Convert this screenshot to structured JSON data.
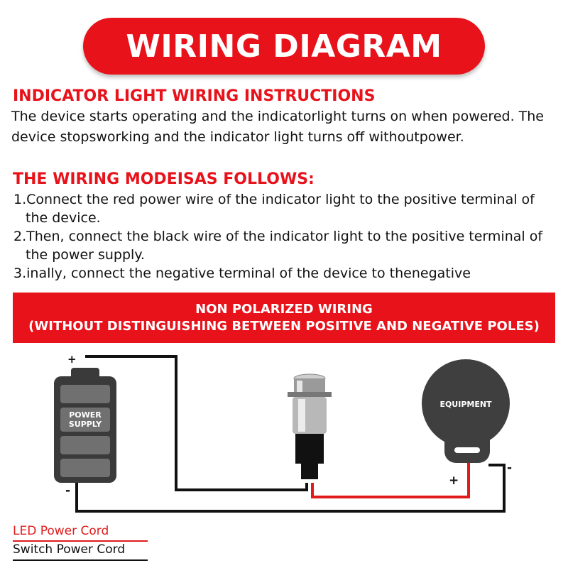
{
  "title": "WIRING DIAGRAM",
  "section1": {
    "heading": "INDICATOR LIGHT WIRING INSTRUCTIONS",
    "text": "The device starts operating and the indicatorlight turns on when powered. The device stopsworking and the indicator light turns off withoutpower."
  },
  "section2": {
    "heading": "THE WIRING MODEISAS FOLLOWS:",
    "steps": [
      "1.Connect the red power wire of the indicator light to the positive terminal of the device.",
      "2.Then, connect the black wire of the indicator light to the positive terminal of the power supply.",
      "3.inally, connect the negative terminal of the device to thenegative"
    ]
  },
  "banner": {
    "line1": "NON POLARIZED WIRING",
    "line2": "(WITHOUT DISTINGUISHING BETWEEN POSITIVE AND NEGATIVE POLES)"
  },
  "diagram": {
    "battery_label_line1": "POWER",
    "battery_label_line2": "SUPPLY",
    "battery_plus": "+",
    "battery_minus": "-",
    "equipment_label": "EQUIPMENT",
    "equipment_plus": "+",
    "equipment_minus": "-"
  },
  "legend": {
    "led_cord": "LED Power Cord",
    "switch_cord": "Switch Power Cord"
  },
  "colors": {
    "accent_red": "#e8121b",
    "wire_red": "#e01b1b",
    "wire_black": "#111111",
    "battery_dark": "#3a3a3a",
    "equipment_dark": "#3f3f3f"
  }
}
